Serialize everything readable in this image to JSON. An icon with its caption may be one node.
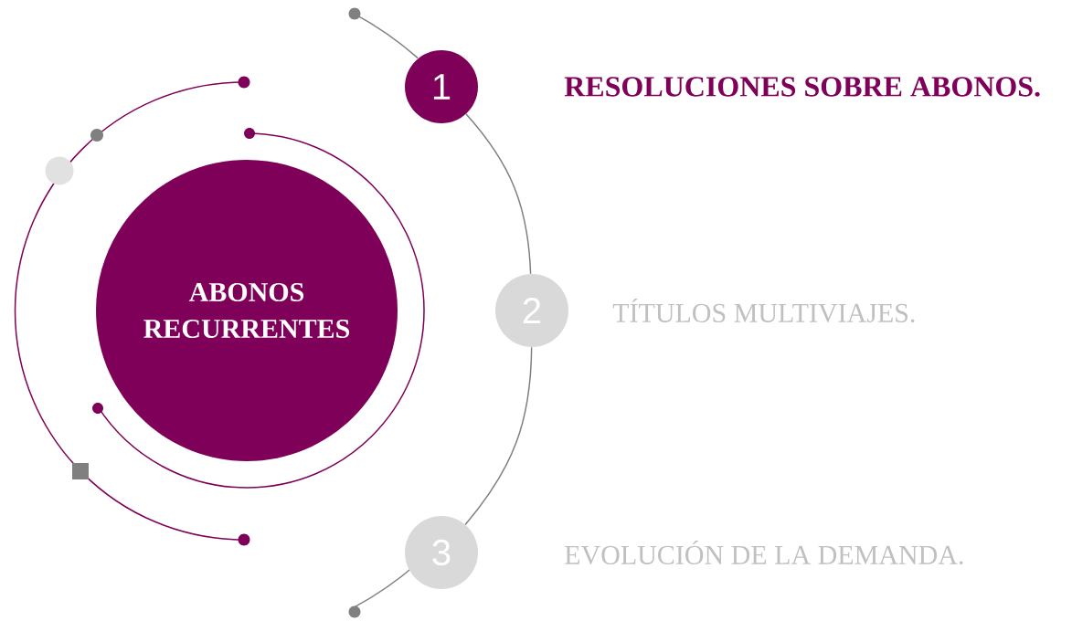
{
  "diagram": {
    "nodes": [
      {
        "text": [
          "ABONOS RECURRENTES"
        ]
      },
      {
        "text": [
          "1"
        ],
        "beside": [
          "RESOLUCIONES SOBRE ABONOS."
        ]
      },
      {
        "text": [
          "2"
        ],
        "beside": [
          "TÍTULOS MULTIVIAJES."
        ]
      },
      {
        "text": [
          "3"
        ],
        "beside": [
          "EVOLUCIÓN DE LA DEMANDA."
        ]
      }
    ],
    "edges": [
      {
        "from": 1,
        "to": 2,
        "arrow": "none"
      },
      {
        "from": 2,
        "to": 3,
        "arrow": "none"
      }
    ]
  }
}
